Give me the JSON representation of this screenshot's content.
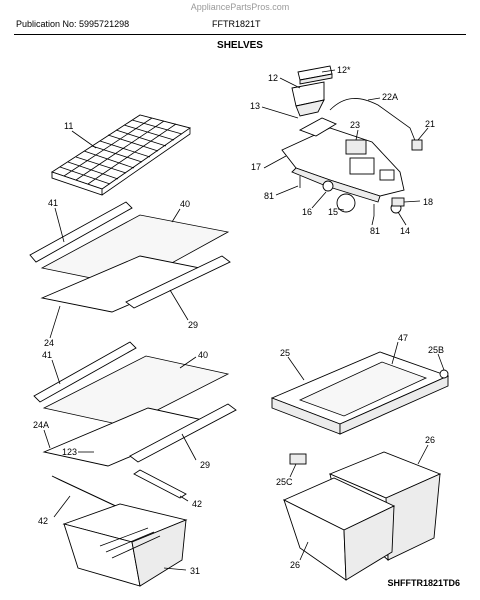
{
  "watermark": "AppliancePartsPros.com",
  "header": {
    "publication": "Publication No: 5995721298",
    "model": "FFTR1821T",
    "section_title": "SHELVES"
  },
  "callouts": {
    "c11": "11",
    "c12": "12",
    "c12s": "12*",
    "c13": "13",
    "c22a": "22A",
    "c23": "23",
    "c21": "21",
    "c17": "17",
    "c81a": "81",
    "c16": "16",
    "c15": "15",
    "c81b": "81",
    "c18": "18",
    "c14": "14",
    "c41a": "41",
    "c40a": "40",
    "c29a": "29",
    "c24": "24",
    "c41b": "41",
    "c40b": "40",
    "c24a": "24A",
    "c123": "123",
    "c29b": "29",
    "c42a": "42",
    "c42b": "42",
    "c31": "31",
    "c25": "25",
    "c47": "47",
    "c25b": "25B",
    "c26a": "26",
    "c25c": "25C",
    "c26b": "26"
  },
  "diagram_ref": "SHFFTR1821TD6"
}
